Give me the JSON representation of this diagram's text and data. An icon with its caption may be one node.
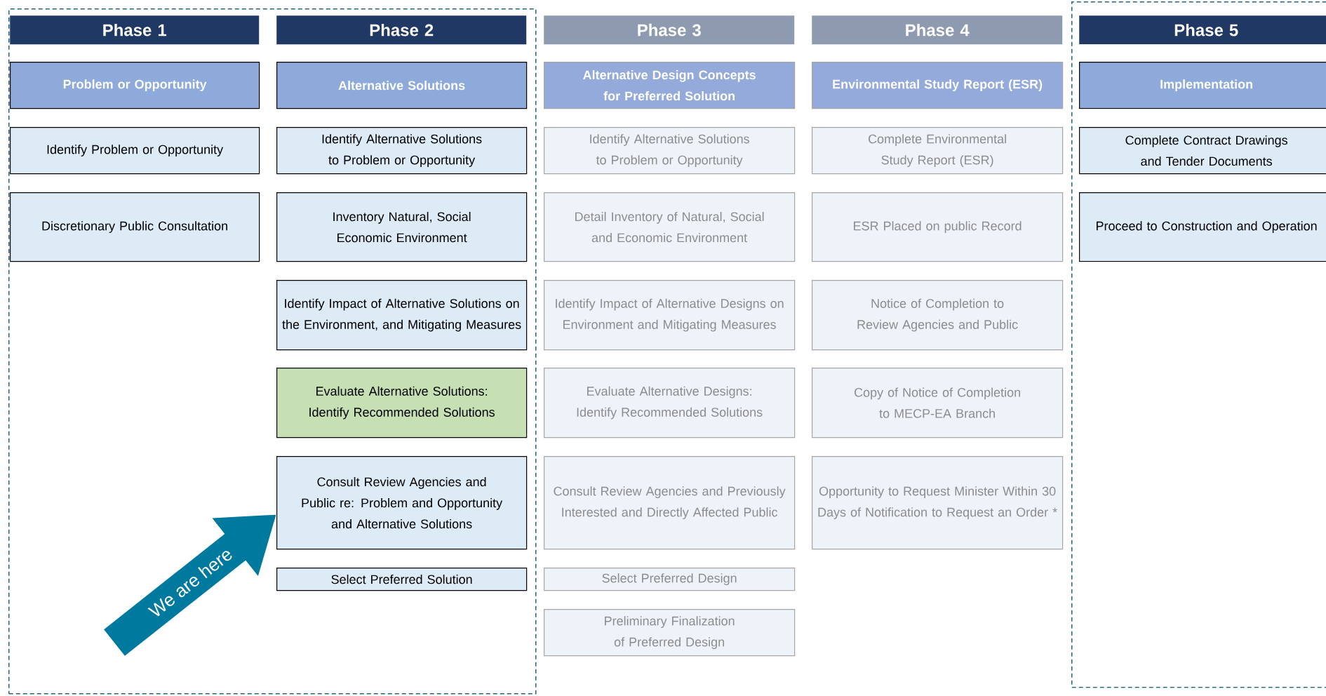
{
  "diagram": {
    "nodes": [
      {
        "text": [],
        "shape": "box"
      },
      {
        "text": [
          "Phase 1"
        ],
        "in": 0
      },
      {
        "text": [
          "Problem or Opportunity"
        ],
        "in": 0
      },
      {
        "text": [
          "Identify Problem or Opportunity"
        ],
        "in": 0
      },
      {
        "text": [
          "Discretionary Public Consultation"
        ],
        "in": 0
      },
      {
        "text": [
          "Phase 2"
        ],
        "in": 0
      },
      {
        "text": [
          "Alternative Solutions"
        ],
        "in": 0
      },
      {
        "text": [
          "Identify Alternative Solutions to Problem or Opportunity"
        ],
        "in": 0
      },
      {
        "text": [
          "Inventory Natural, Social Economic Environment"
        ],
        "in": 0
      },
      {
        "text": [
          "Identify Impact of Alternative Solutions on the Environment, and Mitigating Measures"
        ],
        "in": 0
      },
      {
        "text": [
          "Evaluate Alternative Solutions: Identify Recommended Solutions"
        ],
        "in": 0
      },
      {
        "text": [
          "Consult Review Agencies and Public re: Problem and Opportunity and Alternative Solutions"
        ],
        "in": 0
      },
      {
        "text": [
          "Select Preferred Solution"
        ],
        "in": 0
      },
      {
        "text": [
          "Phase 3"
        ]
      },
      {
        "text": [
          "Alternative Design Concepts for Preferred Solution"
        ]
      },
      {
        "text": [
          "Identify Alternative Solutions to Problem or Opportunity"
        ]
      },
      {
        "text": [
          "Detail Inventory of Natural, Social and Economic Environment"
        ]
      },
      {
        "text": [
          "Identify Impact of Alternative Designs on Environment and Mitigating Measures"
        ]
      },
      {
        "text": [
          "Evaluate Alternative Designs: Identify Recommended Solutions"
        ]
      },
      {
        "text": [
          "Consult Review Agencies and Previously Interested and Directly Affected Public"
        ]
      },
      {
        "text": [
          "Select Preferred Design"
        ]
      },
      {
        "text": [
          "Preliminary Finalization of Preferred Design"
        ]
      },
      {
        "text": [
          "Phase 4"
        ]
      },
      {
        "text": [
          "Environmental Study Report (ESR)"
        ]
      },
      {
        "text": [
          "Complete Environmental Study Report (ESR)"
        ]
      },
      {
        "text": [
          "ESR Placed on public Record"
        ]
      },
      {
        "text": [
          "Notice of Completion to Review Agencies and Public"
        ]
      },
      {
        "text": [
          "Copy of Notice of Completion to MECP-EA Branch"
        ]
      },
      {
        "text": [
          "Opportunity to Request Minister Within 30 Days of Notification to Request an Order *"
        ]
      },
      {
        "text": [],
        "shape": "box"
      },
      {
        "text": [
          "Phase 5"
        ],
        "in": 29
      },
      {
        "text": [
          "Implementation"
        ],
        "in": 29
      },
      {
        "text": [
          "Complete Contract Drawings and Tender Documents"
        ],
        "in": 29
      },
      {
        "text": [
          "Proceed to Construction and Operation"
        ],
        "in": 29
      }
    ],
    "edges": [
      {
        "from": null,
        "to": 11,
        "arrow": "to",
        "label": "We are here"
      }
    ]
  }
}
